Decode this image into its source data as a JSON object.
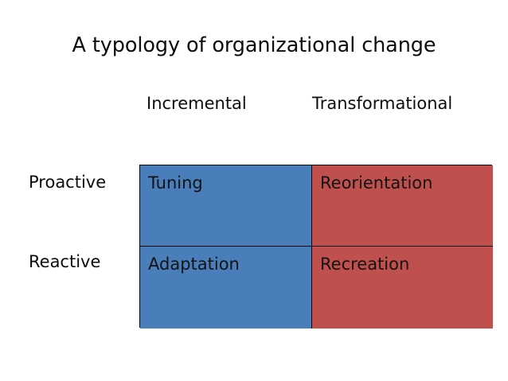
{
  "slide": {
    "title": "A typology of organizational change",
    "background_color": "#ffffff",
    "text_color": "#0d0d0d"
  },
  "matrix": {
    "column_headers": [
      {
        "label": "Incremental"
      },
      {
        "label": "Transformational"
      }
    ],
    "row_headers": [
      {
        "label": "Proactive"
      },
      {
        "label": "Reactive"
      }
    ],
    "colors": {
      "incremental_column": "#4a7ebb",
      "transformational_column": "#c0504d",
      "border": "#0b0b0b",
      "cell_text": "#131313"
    },
    "cells": [
      {
        "row": "Proactive",
        "column": "Incremental",
        "label": "Tuning"
      },
      {
        "row": "Proactive",
        "column": "Transformational",
        "label": "Reorientation"
      },
      {
        "row": "Reactive",
        "column": "Incremental",
        "label": "Adaptation"
      },
      {
        "row": "Reactive",
        "column": "Transformational",
        "label": "Recreation"
      }
    ]
  }
}
